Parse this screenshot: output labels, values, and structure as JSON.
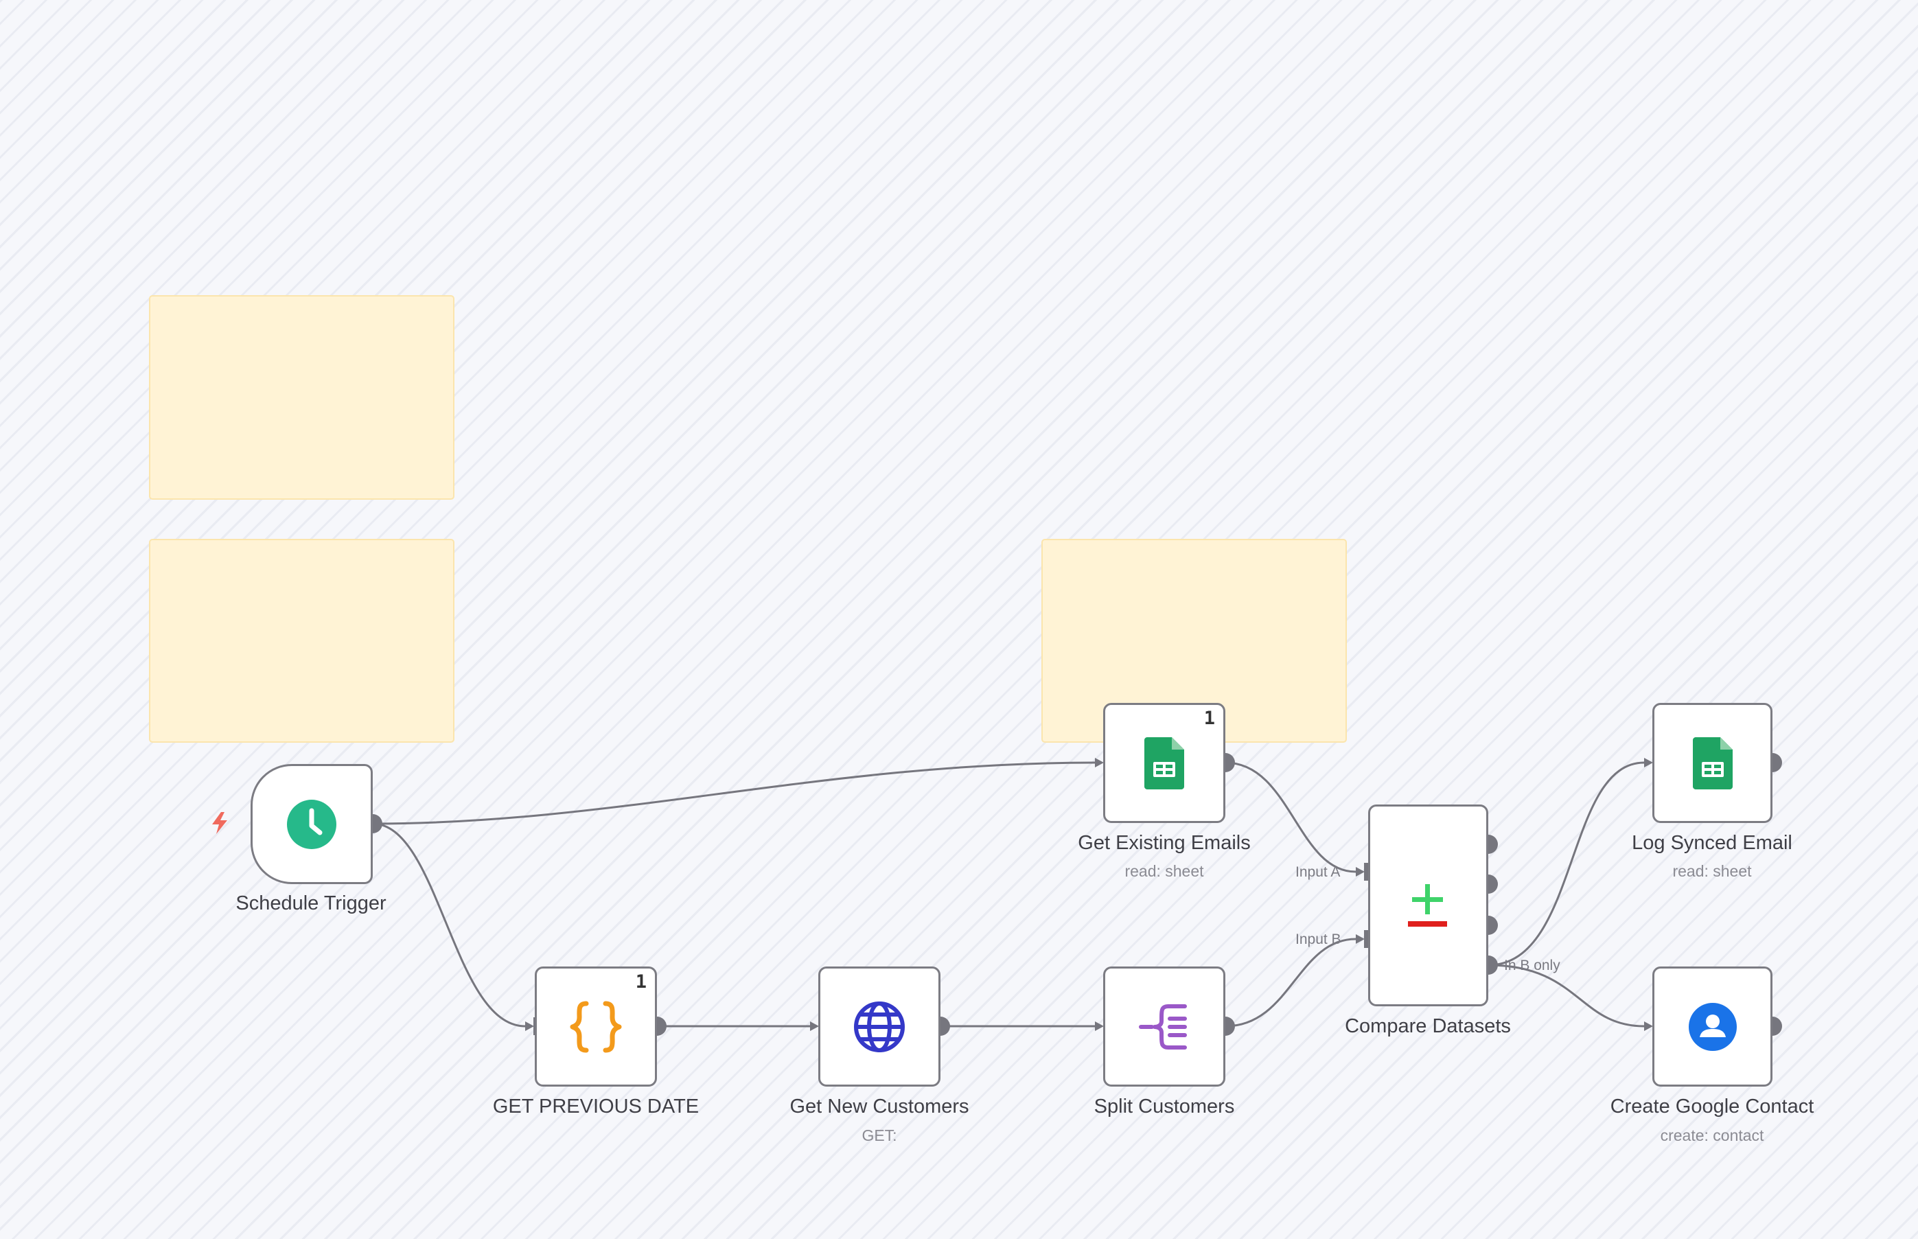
{
  "colors": {
    "canvas_bg": "#f6f7fb",
    "sticky_bg": "#fff3d5",
    "node_border": "#7c7c83",
    "edge": "#76767e",
    "trigger_icon": "#26b98a",
    "code_icon": "#f39a1b",
    "http_icon": "#3438c8",
    "split_icon": "#9a58c8",
    "sheets_icon": "#1fa463",
    "compare_plus": "#3fd36a",
    "compare_minus": "#e0201d",
    "contacts_icon": "#1a73e8"
  },
  "workflow": {
    "nodes": {
      "schedule_trigger": {
        "label": "Schedule Trigger",
        "icon": "clock-icon"
      },
      "get_previous_date": {
        "label": "GET PREVIOUS DATE",
        "badge": "1",
        "icon": "code-braces-icon"
      },
      "get_new_customers": {
        "label": "Get New Customers",
        "subtitle": "GET:",
        "icon": "globe-icon"
      },
      "split_customers": {
        "label": "Split Customers",
        "icon": "split-out-icon"
      },
      "get_existing_emails": {
        "label": "Get Existing Emails",
        "subtitle": "read: sheet",
        "badge": "1",
        "icon": "google-sheets-icon"
      },
      "compare_datasets": {
        "label": "Compare Datasets",
        "icon": "plus-minus-icon",
        "input_a": "Input A",
        "input_b": "Input B",
        "output_b_only": "In B only"
      },
      "log_synced_email": {
        "label": "Log Synced Email",
        "subtitle": "read: sheet",
        "icon": "google-sheets-icon"
      },
      "create_google_contact": {
        "label": "Create Google Contact",
        "subtitle": "create: contact",
        "icon": "google-contacts-icon"
      }
    }
  }
}
